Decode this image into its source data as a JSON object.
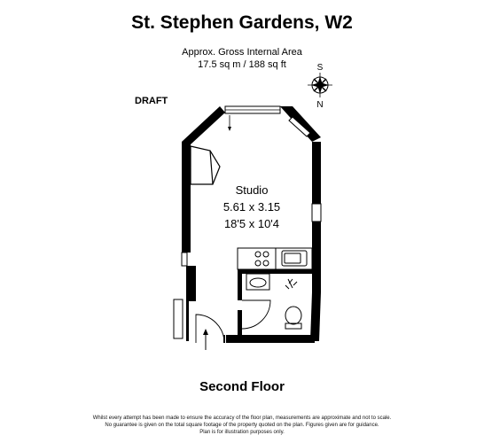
{
  "header": {
    "title": "St. Stephen Gardens, W2",
    "area_label": "Approx. Gross Internal Area",
    "area_value": "17.5 sq m / 188 sq ft"
  },
  "stamp": "DRAFT",
  "compass": {
    "top_letter": "S",
    "bottom_letter": "N"
  },
  "rooms": {
    "studio": {
      "name": "Studio",
      "metric": "5.61 x 3.15",
      "imperial": "18'5 x 10'4"
    }
  },
  "floor": "Second Floor",
  "disclaimer": {
    "line1": "Whilst every attempt has been made to ensure the accuracy of the floor plan, measurements are approximate and not to scale.",
    "line2": "No guarantee is given on the total square footage of the property quoted on the plan. Figures given are for guidance.",
    "line3": "Plan is for illustration purposes only."
  }
}
